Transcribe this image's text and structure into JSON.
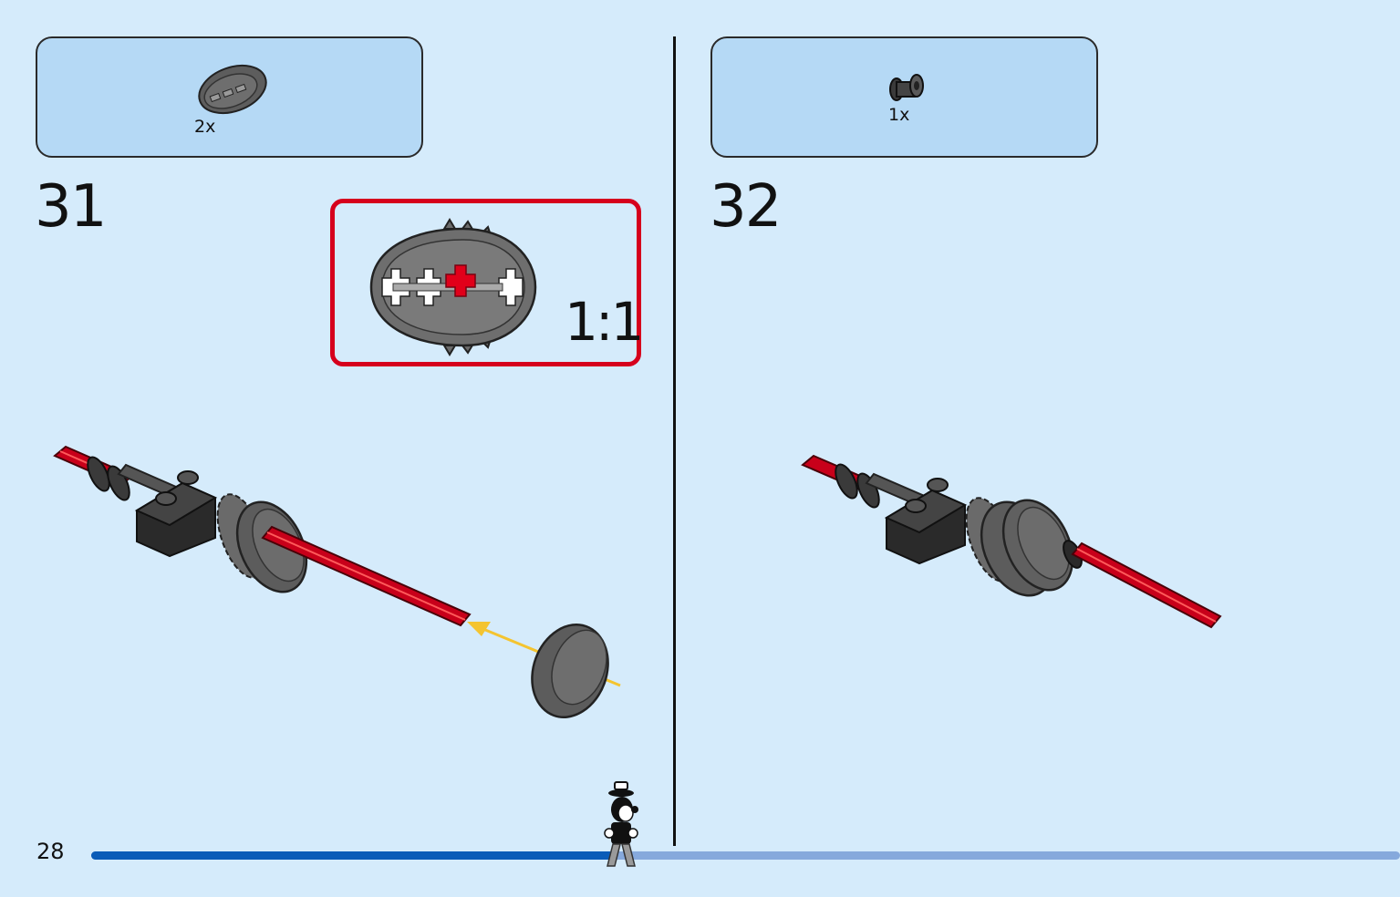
{
  "page": {
    "number": "28"
  },
  "progress": {
    "fraction": 0.4
  },
  "steps": [
    {
      "number": "31",
      "parts": [
        {
          "part": "gray-technic-half-gear-wheel",
          "quantity": "2x"
        }
      ],
      "callout": {
        "scale": "1:1"
      }
    },
    {
      "number": "32",
      "parts": [
        {
          "part": "dark-gray-technic-bush",
          "quantity": "1x"
        }
      ]
    }
  ],
  "colors": {
    "background": "#d5ebfb",
    "parts_box": "#b5d9f5",
    "callout_border": "#d6001c",
    "progress_fill": "#0a5cb8",
    "progress_track": "#86a9dc",
    "axle": "#c8001a",
    "arrow": "#f4c430"
  }
}
